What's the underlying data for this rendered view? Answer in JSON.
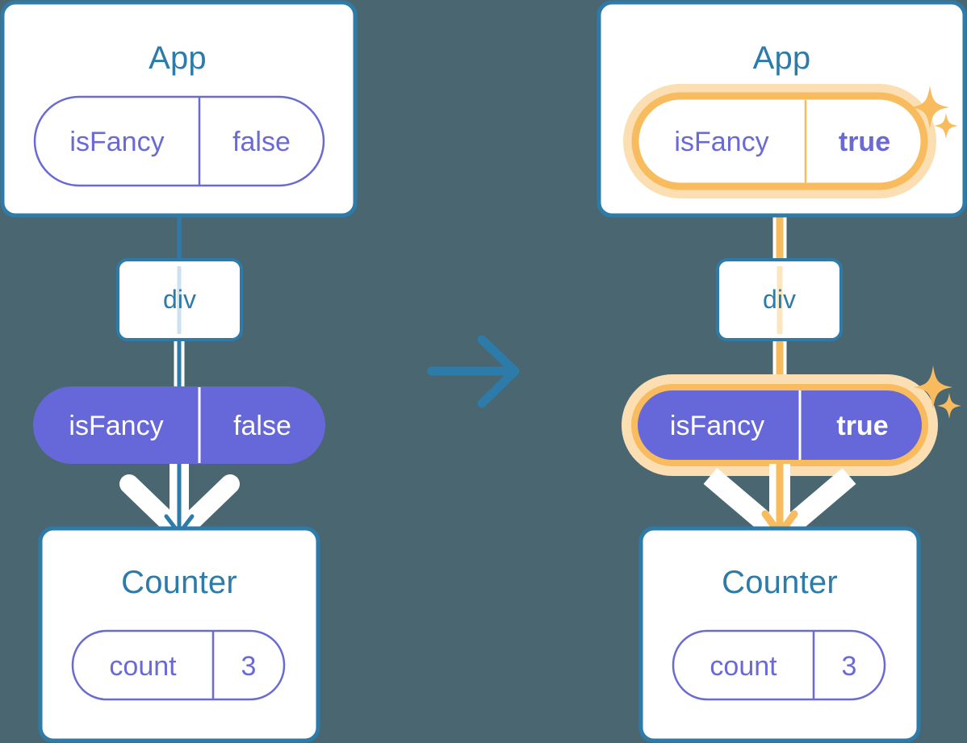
{
  "meta": {
    "background_color": "#4a6670",
    "blue": "#2d7ba8",
    "purple": "#6a6ad6",
    "purple_fill": "#6668d9",
    "orange": "#f8bb5e",
    "orange_soft": "#fbdfb2",
    "white": "#ffffff"
  },
  "diagram": {
    "type": "state-propagation",
    "transition_arrow": "arrow-right"
  },
  "before": {
    "app": {
      "title": "App",
      "state_pill": {
        "key": "isFancy",
        "value": "false",
        "style": "outline",
        "highlighted": false,
        "value_bold": false
      }
    },
    "div": {
      "title": "div"
    },
    "props_pill": {
      "key": "isFancy",
      "value": "false",
      "style": "solid",
      "highlighted": false,
      "value_bold": false
    },
    "counter": {
      "title": "Counter",
      "state_pill": {
        "key": "count",
        "value": "3",
        "style": "outline",
        "highlighted": false
      }
    },
    "connector_color": "#2d7ba8",
    "sparkles": false
  },
  "after": {
    "app": {
      "title": "App",
      "state_pill": {
        "key": "isFancy",
        "value": "true",
        "style": "outline",
        "highlighted": true,
        "value_bold": true
      }
    },
    "div": {
      "title": "div"
    },
    "props_pill": {
      "key": "isFancy",
      "value": "true",
      "style": "solid",
      "highlighted": true,
      "value_bold": true
    },
    "counter": {
      "title": "Counter",
      "state_pill": {
        "key": "count",
        "value": "3",
        "style": "outline",
        "highlighted": false
      }
    },
    "connector_color": "#f8bb5e",
    "sparkles": true,
    "sparkle_count": 4
  }
}
